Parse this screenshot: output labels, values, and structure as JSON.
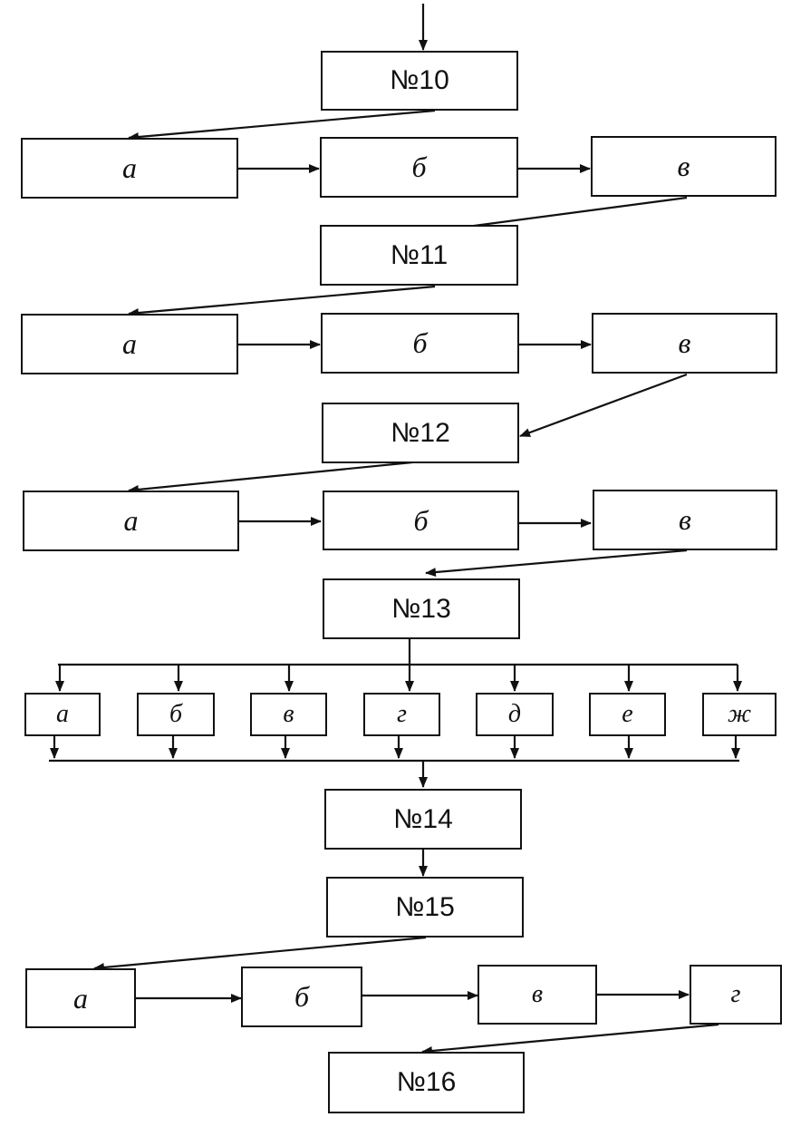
{
  "steps": {
    "s10": "№10",
    "s11": "№11",
    "s12": "№12",
    "s13": "№13",
    "s14": "№14",
    "s15": "№15",
    "s16": "№16"
  },
  "row10": [
    "а",
    "б",
    "в"
  ],
  "row11": [
    "а",
    "б",
    "в"
  ],
  "row12": [
    "а",
    "б",
    "в"
  ],
  "row13": [
    "а",
    "б",
    "в",
    "г",
    "д",
    "е",
    "ж"
  ],
  "row15": [
    "а",
    "б",
    "в",
    "г"
  ]
}
